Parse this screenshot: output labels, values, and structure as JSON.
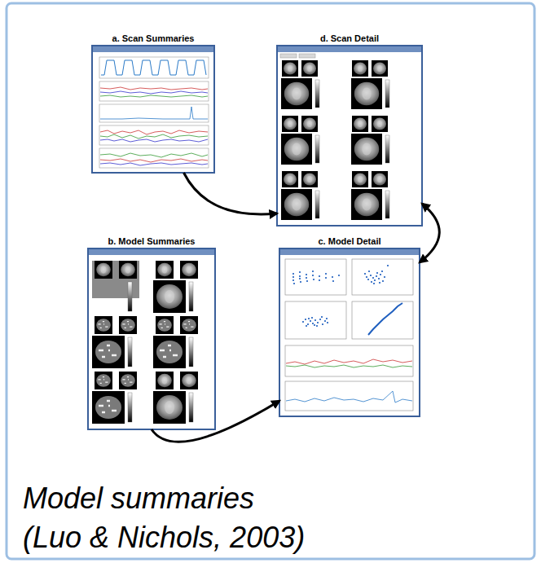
{
  "diagram": {
    "caption": "Model summaries (Luo & Nichols, 2003)",
    "nodes": [
      {
        "text": [
          "a. Scan Summaries"
        ]
      },
      {
        "text": [
          "d. Scan Detail"
        ]
      },
      {
        "text": [
          "b. Model Summaries"
        ]
      },
      {
        "text": [
          "c. Model Detail"
        ]
      }
    ],
    "edges": [
      {
        "from": 0,
        "to": 1,
        "arrow": "to"
      },
      {
        "from": 1,
        "to": 3,
        "arrow": "both"
      },
      {
        "from": 2,
        "to": 3,
        "arrow": "to"
      }
    ]
  }
}
